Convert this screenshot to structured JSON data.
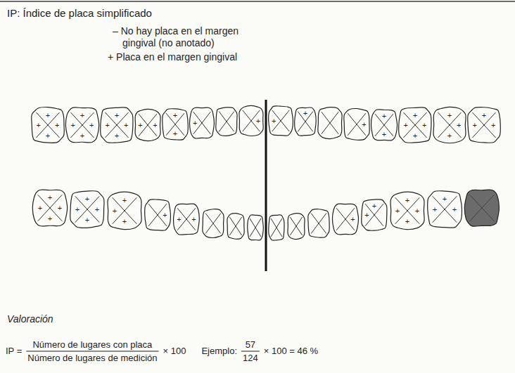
{
  "diagram": {
    "title": "IP: Índice de placa simplificado",
    "labels": [
      "– No hay placa en el margen gingival (no anotado)",
      "+ Placa en el margen gingival",
      "+",
      "+",
      "+",
      "+",
      "+",
      "+",
      "+",
      "+",
      "+",
      "+",
      "+",
      "+",
      "+",
      "+",
      "+",
      "+",
      "+",
      "+",
      "+",
      "+",
      "+",
      "+",
      "+",
      "+",
      "+",
      "+",
      "+",
      "+",
      "+",
      "+",
      "+",
      "+",
      "+",
      "+",
      "+",
      "+",
      "+",
      "+",
      "+",
      "+",
      "+",
      "+",
      "+",
      "+",
      "+",
      "+",
      "+",
      "+",
      "+",
      "+",
      "+",
      "+",
      "+",
      "+",
      "+",
      "+",
      "+",
      "Valoración",
      "IP =",
      "Número de lugares con placa",
      "Número de lugares de medición",
      "× 100",
      "Ejemplo:",
      "57",
      "124",
      "× 100 = 46 %"
    ]
  }
}
